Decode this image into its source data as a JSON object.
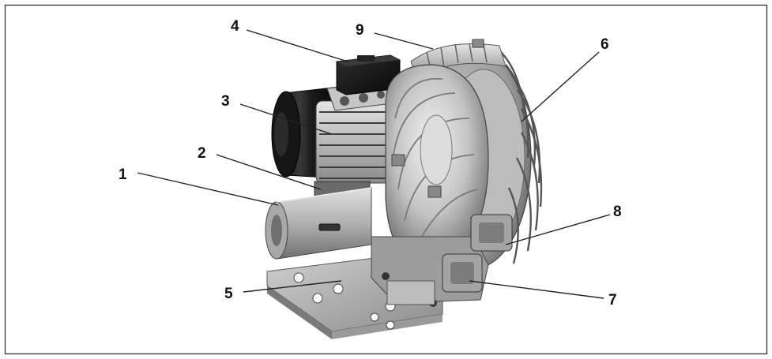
{
  "figure": {
    "subject": "side channel blower illustration",
    "callouts": [
      {
        "id": "1",
        "label": "1"
      },
      {
        "id": "2",
        "label": "2"
      },
      {
        "id": "3",
        "label": "3"
      },
      {
        "id": "4",
        "label": "4"
      },
      {
        "id": "5",
        "label": "5"
      },
      {
        "id": "6",
        "label": "6"
      },
      {
        "id": "7",
        "label": "7"
      },
      {
        "id": "8",
        "label": "8"
      },
      {
        "id": "9",
        "label": "9"
      }
    ]
  },
  "colors": {
    "frame": "#333333",
    "metal_light": "#d8d8d8",
    "metal_mid": "#a9a9a9",
    "metal_dark": "#5a5a5a",
    "motor_black": "#1a1a1a",
    "plate": "#bdbdbd"
  }
}
